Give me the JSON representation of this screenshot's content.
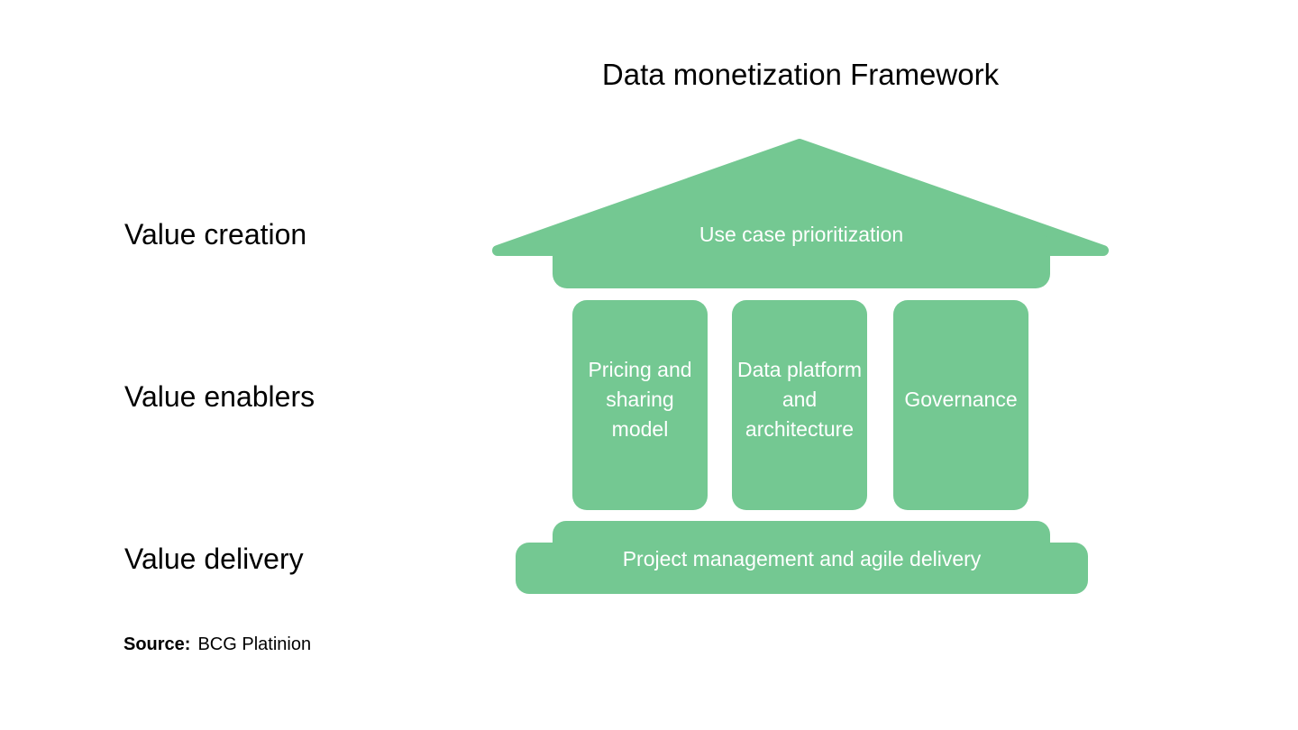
{
  "title": "Data monetization Framework",
  "colors": {
    "green": "#74C892",
    "text": "#000000",
    "band_text": "#FFFFFF",
    "background": "#FFFFFF"
  },
  "rows": [
    {
      "label": "Value creation"
    },
    {
      "label": "Value enablers"
    },
    {
      "label": "Value delivery"
    }
  ],
  "framework": {
    "roof": "Use case prioritization",
    "pillars": [
      "Pricing and\nsharing\nmodel",
      "Data platform\nand\narchitecture",
      "Governance"
    ],
    "base": "Project management and agile delivery"
  },
  "source": {
    "label": "Source:",
    "value": "BCG Platinion"
  }
}
